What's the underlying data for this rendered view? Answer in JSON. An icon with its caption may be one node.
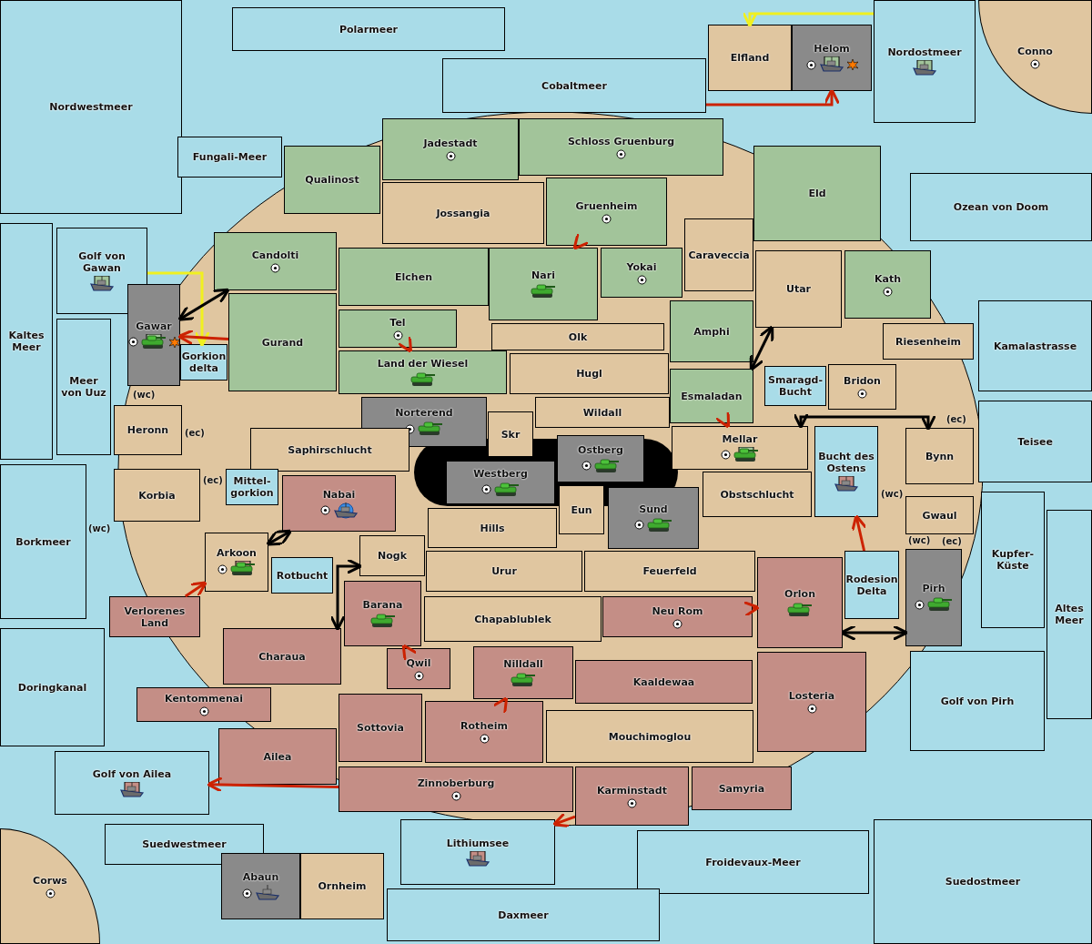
{
  "diagram": {
    "nodes": [
      {
        "text": [
          "Polarmeer"
        ]
      },
      {
        "text": [
          "Elfland"
        ]
      },
      {
        "text": [
          "Helom"
        ]
      },
      {
        "text": [
          "Conno"
        ]
      },
      {
        "text": [
          "Nordwestmeer"
        ]
      },
      {
        "text": [
          "Cobaltmeer"
        ]
      },
      {
        "text": [
          "Nordostmeer"
        ]
      },
      {
        "text": [
          "Fungali-Meer"
        ]
      },
      {
        "text": [
          "Jadestadt"
        ]
      },
      {
        "text": [
          "Schloss Gruenburg"
        ]
      },
      {
        "text": [
          "Qualinost"
        ]
      },
      {
        "text": [
          "Jossangia"
        ]
      },
      {
        "text": [
          "Gruenheim"
        ]
      },
      {
        "text": [
          "Eld"
        ]
      },
      {
        "text": [
          "Ozean von Doom"
        ]
      },
      {
        "text": [
          "Candolti"
        ]
      },
      {
        "text": [
          "Caraveccia"
        ]
      },
      {
        "text": [
          "Elchen"
        ]
      },
      {
        "text": [
          "Nari"
        ]
      },
      {
        "text": [
          "Yokai"
        ]
      },
      {
        "text": [
          "Utar"
        ]
      },
      {
        "text": [
          "Kath"
        ]
      },
      {
        "text": [
          "Kamalastrasse"
        ]
      },
      {
        "text": [
          "Kaltes Meer"
        ]
      },
      {
        "text": [
          "Golf von Gawan"
        ]
      },
      {
        "text": [
          "Gawar"
        ]
      },
      {
        "text": [
          "Gorkion delta"
        ]
      },
      {
        "text": [
          "Tel"
        ]
      },
      {
        "text": [
          "Olk"
        ]
      },
      {
        "text": [
          "Amphi"
        ]
      },
      {
        "text": [
          "Riesenheim"
        ]
      },
      {
        "text": [
          "Gurand"
        ]
      },
      {
        "text": [
          "Land der Wiesel"
        ]
      },
      {
        "text": [
          "Hugl"
        ]
      },
      {
        "text": [
          "Meer von Uuz"
        ]
      },
      {
        "text": [
          "Smaragd-Bucht"
        ]
      },
      {
        "text": [
          "Bridon"
        ]
      },
      {
        "text": [
          "Esmaladan"
        ]
      },
      {
        "text": [
          "Heronn"
        ],
        "beside": [
          "(wc)",
          "(ec)"
        ]
      },
      {
        "text": [
          "Norterend"
        ]
      },
      {
        "text": [
          "Wildall"
        ]
      },
      {
        "text": [
          "Mellar"
        ]
      },
      {
        "text": [
          "Bucht des Ostens"
        ]
      },
      {
        "text": [
          "Teisee"
        ]
      },
      {
        "text": [
          "Bynn"
        ],
        "beside": [
          "(ec)",
          "(wc)"
        ]
      },
      {
        "text": [
          "Saphirschlucht"
        ]
      },
      {
        "text": [
          "Skr"
        ]
      },
      {
        "text": [
          "Westberg"
        ]
      },
      {
        "text": [
          "Ostberg"
        ]
      },
      {
        "text": [
          "Korbia"
        ],
        "beside": [
          "(ec)",
          "(wc)"
        ]
      },
      {
        "text": [
          "Mittel-gorkion"
        ]
      },
      {
        "text": [
          "Obstschlucht"
        ]
      },
      {
        "text": [
          "Nabai"
        ]
      },
      {
        "text": [
          "Hills"
        ]
      },
      {
        "text": [
          "Eun"
        ]
      },
      {
        "text": [
          "Sund"
        ]
      },
      {
        "text": [
          "Gwaul"
        ],
        "beside": [
          "(wc)",
          "(ec)"
        ]
      },
      {
        "text": [
          "Borkmeer"
        ]
      },
      {
        "text": [
          "Kupfer-Küste"
        ]
      },
      {
        "text": [
          "Nogk"
        ]
      },
      {
        "text": [
          "Arkoon"
        ]
      },
      {
        "text": [
          "Urur"
        ]
      },
      {
        "text": [
          "Feuerfeld"
        ]
      },
      {
        "text": [
          "Rotbucht"
        ]
      },
      {
        "text": [
          "Rodesion Delta"
        ]
      },
      {
        "text": [
          "Pirh"
        ]
      },
      {
        "text": [
          "Verlorenes Land"
        ]
      },
      {
        "text": [
          "Barana"
        ]
      },
      {
        "text": [
          "Chapablublek"
        ]
      },
      {
        "text": [
          "Neu Rom"
        ]
      },
      {
        "text": [
          "Orlon"
        ]
      },
      {
        "text": [
          "Charaua"
        ]
      },
      {
        "text": [
          "Doringkanal"
        ]
      },
      {
        "text": [
          "Altes Meer"
        ]
      },
      {
        "text": [
          "Qwil"
        ]
      },
      {
        "text": [
          "Nilldall"
        ]
      },
      {
        "text": [
          "Kaaldewaa"
        ]
      },
      {
        "text": [
          "Kentommenai"
        ]
      },
      {
        "text": [
          "Losteria"
        ]
      },
      {
        "text": [
          "Golf von Pirh"
        ]
      },
      {
        "text": [
          "Sottovia"
        ]
      },
      {
        "text": [
          "Rotheim"
        ]
      },
      {
        "text": [
          "Mouchimoglou"
        ]
      },
      {
        "text": [
          "Golf von Ailea"
        ]
      },
      {
        "text": [
          "Ailea"
        ]
      },
      {
        "text": [
          "Samyria"
        ]
      },
      {
        "text": [
          "Zinnoberburg"
        ]
      },
      {
        "text": [
          "Karminstadt"
        ]
      },
      {
        "text": [
          "Suedwestmeer"
        ]
      },
      {
        "text": [
          "Lithiumsee"
        ]
      },
      {
        "text": [
          "Froidevaux-Meer"
        ]
      },
      {
        "text": [
          "Corws"
        ]
      },
      {
        "text": [
          "Abaun"
        ]
      },
      {
        "text": [
          "Ornheim"
        ]
      },
      {
        "text": [
          "Daxmeer"
        ]
      },
      {
        "text": [
          "Suedostmeer"
        ]
      }
    ],
    "edges": [
      {
        "from": 5,
        "to": 2,
        "arrow": "to"
      },
      {
        "from": 6,
        "to": 1,
        "arrow": "to",
        "color": "#f0f020"
      },
      {
        "from": 24,
        "to": 26,
        "arrow": "to",
        "color": "#f0f020"
      },
      {
        "from": 31,
        "to": 25,
        "arrow": "to"
      },
      {
        "from": 66,
        "to": 60,
        "arrow": "to"
      },
      {
        "from": 12,
        "to": 18,
        "arrow": "to"
      },
      {
        "from": 27,
        "to": 32,
        "arrow": "to"
      },
      {
        "from": 37,
        "to": 41,
        "arrow": "to"
      },
      {
        "from": 69,
        "to": 70,
        "arrow": "to"
      },
      {
        "from": 64,
        "to": 42,
        "arrow": "to"
      },
      {
        "from": 74,
        "to": 67,
        "arrow": "to"
      },
      {
        "from": 81,
        "to": 75,
        "arrow": "to"
      },
      {
        "from": 86,
        "to": 83,
        "arrow": "to"
      },
      {
        "from": 87,
        "to": 89,
        "arrow": "to"
      },
      {
        "from": 25,
        "to": 15,
        "arrow": "both",
        "color": "#000000"
      },
      {
        "from": 60,
        "to": 52,
        "arrow": "both",
        "color": "#000000"
      },
      {
        "from": 71,
        "to": 59,
        "arrow": "both",
        "color": "#000000"
      },
      {
        "from": 37,
        "to": 20,
        "arrow": "both",
        "color": "#000000"
      },
      {
        "from": 41,
        "to": 44,
        "arrow": "both",
        "color": "#000000"
      },
      {
        "from": 70,
        "to": 65,
        "arrow": "both",
        "color": "#000000"
      }
    ]
  }
}
